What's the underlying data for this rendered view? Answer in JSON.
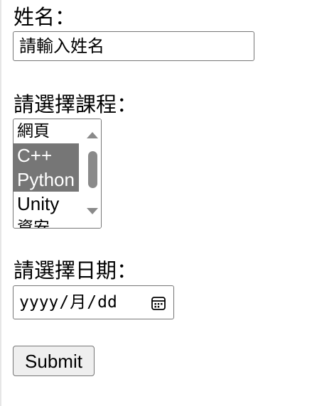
{
  "form": {
    "name_label": "姓名：",
    "name_placeholder": "請輸入姓名",
    "course_label": "請選擇課程：",
    "courses": [
      {
        "label": "網頁",
        "selected": false
      },
      {
        "label": "C++",
        "selected": true
      },
      {
        "label": "Python",
        "selected": true
      },
      {
        "label": "Unity",
        "selected": false
      },
      {
        "label": "資安",
        "selected": false
      }
    ],
    "date_label": "請選擇日期：",
    "date_placeholder": {
      "year": "yyyy",
      "separator": "/",
      "month": "月",
      "day": "dd"
    },
    "calendar_icon": "calendar-icon",
    "submit_label": "Submit"
  },
  "colors": {
    "selected_option_bg": "#767676",
    "border": "#767676",
    "button_bg": "#efefef"
  }
}
